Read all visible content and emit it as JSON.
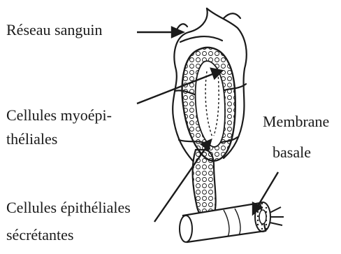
{
  "labels": {
    "reseau": "Réseau sanguin",
    "myo_line1": "Cellules myoépi-",
    "myo_line2": "théliales",
    "membrane_line1": "Membrane",
    "membrane_line2": "basale",
    "epi_line1": "Cellules épithéliales",
    "epi_line2": "sécrétantes"
  },
  "colors": {
    "ink": "#1a1a1a",
    "background": "#ffffff"
  }
}
